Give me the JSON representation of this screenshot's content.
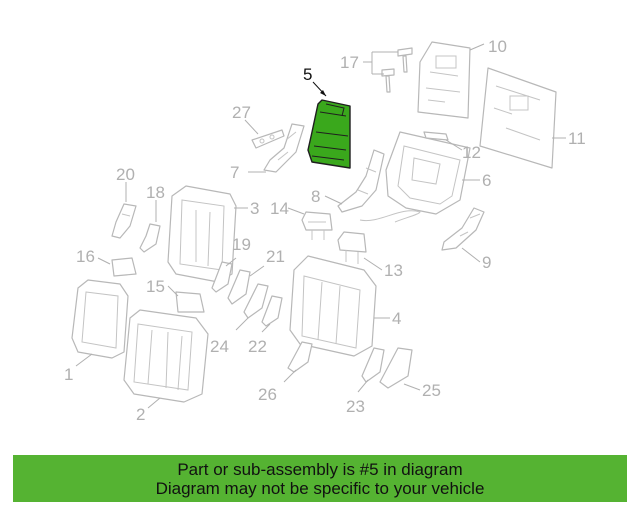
{
  "diagram": {
    "highlighted_callout": "5",
    "highlight_color": "#3aa81c",
    "callouts": {
      "c1": "1",
      "c2": "2",
      "c3": "3",
      "c4": "4",
      "c5": "5",
      "c6": "6",
      "c7": "7",
      "c8": "8",
      "c9": "9",
      "c10": "10",
      "c11": "11",
      "c12": "12",
      "c13": "13",
      "c14": "14",
      "c15": "15",
      "c16": "16",
      "c17": "17",
      "c18": "18",
      "c19": "19",
      "c20": "20",
      "c21": "21",
      "c22": "22",
      "c23": "23",
      "c24": "24",
      "c25": "25",
      "c26": "26",
      "c27": "27"
    }
  },
  "banner": {
    "line1": "Part or sub-assembly is #5 in diagram",
    "line2": "Diagram may not be specific to your vehicle",
    "color": "#55b332"
  }
}
